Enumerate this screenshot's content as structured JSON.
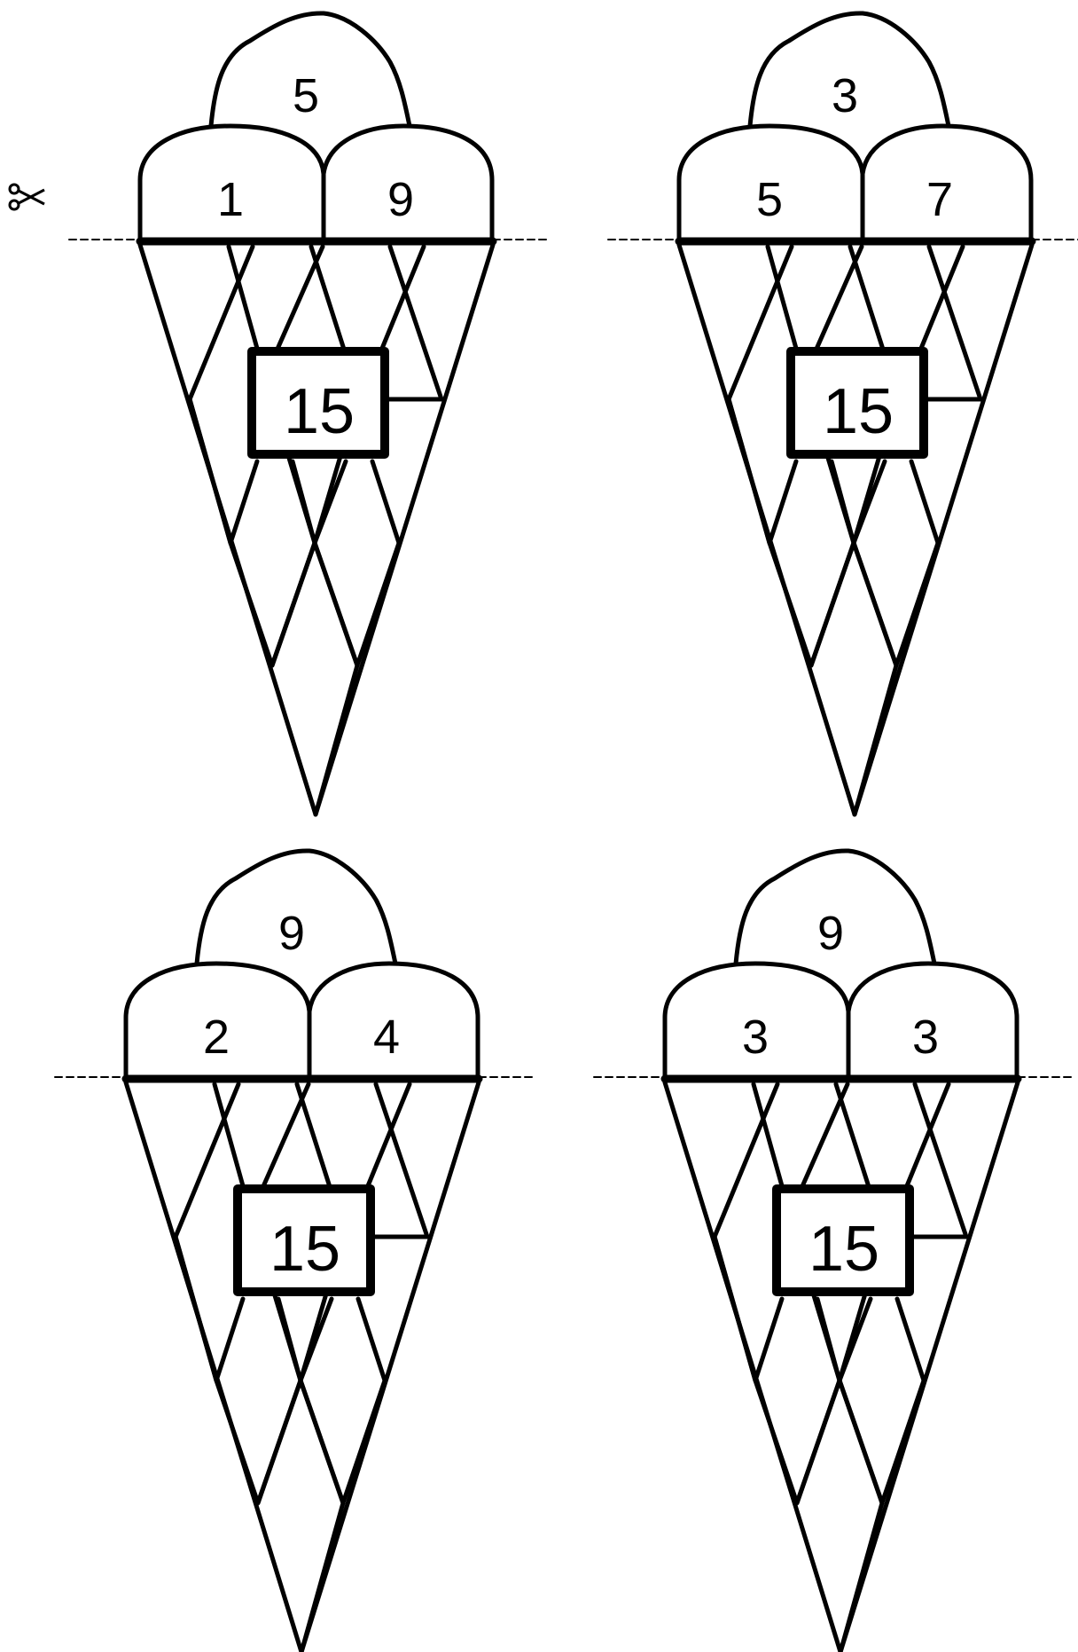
{
  "worksheet": {
    "scissors_icon": "scissors-icon",
    "cones": [
      {
        "top": "5",
        "left": "1",
        "right": "9",
        "total": "15"
      },
      {
        "top": "3",
        "left": "5",
        "right": "7",
        "total": "15"
      },
      {
        "top": "9",
        "left": "2",
        "right": "4",
        "total": "15"
      },
      {
        "top": "9",
        "left": "3",
        "right": "3",
        "total": "15"
      }
    ]
  },
  "colors": {
    "ink": "#000000",
    "paper": "#ffffff"
  }
}
